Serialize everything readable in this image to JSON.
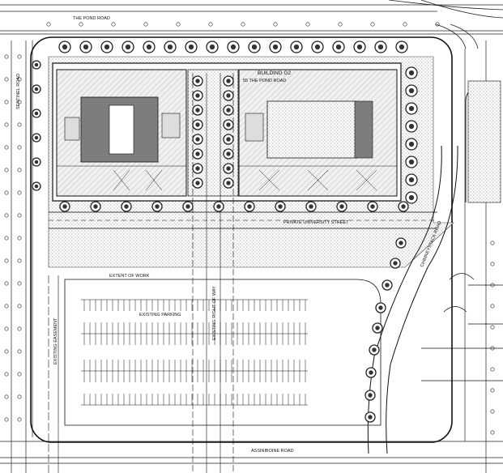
{
  "labels": {
    "pond_road": "THE POND ROAD",
    "building_g2": "BUILDING G2",
    "building_g2_address": "55 THE POND ROAD",
    "private_university_street": "PRIVATE UNIVERSITY STREET",
    "extent_of_work": "EXTENT OF WORK",
    "existing_parking": "EXISTING PARKING",
    "existing_easement": "EXISTING EASEMENT",
    "sentinel_road": "SENTINEL ROAD",
    "assiniboine_road": "ASSINIBOINE ROAD",
    "chimneystack_road": "CHIMNEYSTACK ROAD",
    "existing_right_of_way": "EXISTING RIGHT OF WAY"
  },
  "colors": {
    "line": "#1a1a1a",
    "courtyard_fill": "#7d7d7d",
    "roof_fill": "#d4d4d4",
    "hatch_fill": "#eeeeee",
    "tree": "#222222"
  }
}
